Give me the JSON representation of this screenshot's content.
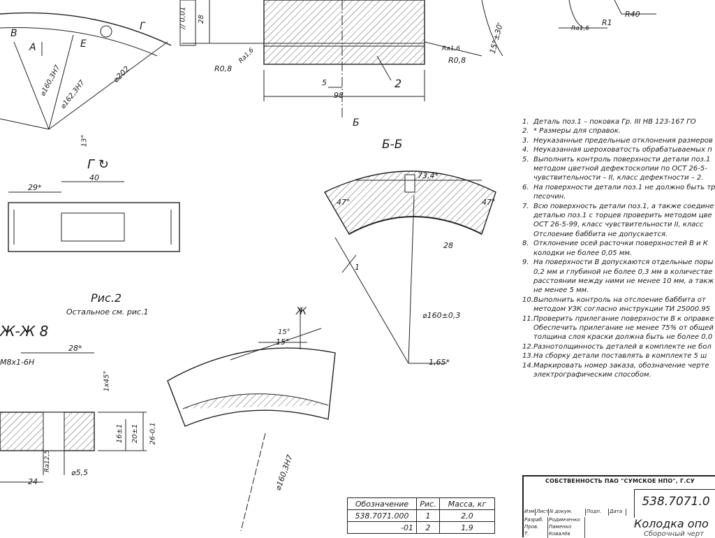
{
  "views": {
    "gauge_title": "Г ↻",
    "fig2_caption": "Рис.2",
    "fig2_note": "Остальное см. рис.1",
    "section_title": "Б-Б",
    "view_zh": "Ж-Ж 8"
  },
  "dims": {
    "a": "А",
    "b": "В",
    "e": "Е",
    "g": "Г",
    "d160": "⌀160,3Н7",
    "d162": "⌀162,3Н7",
    "d202": "⌀202",
    "ang13": "13°",
    "tol_perp": "// 0,01",
    "h28": "28",
    "rough_ra16": "Ra1,6",
    "r08a": "R0,8",
    "r08b": "R0,8",
    "w5": "5",
    "w98": "98",
    "part2": "2",
    "b_mark": "Б",
    "ang15_30": "15°±30'",
    "r1": "R1",
    "r40": "R40",
    "g29": "29*",
    "g40": "40",
    "s734": "73,4*",
    "s47a": "47°",
    "s47b": "47°",
    "s28": "28",
    "s1": "1",
    "s160": "⌀160±0,3",
    "s165": "1,65*",
    "zh": "Ж",
    "a15a": "15°",
    "a15b": "15°",
    "z_d160": "⌀160,3Н7",
    "v28": "28*",
    "thread": "М8х1-6Н",
    "chamfer": "1х45°",
    "h16": "16±1",
    "h20": "20±1",
    "h26": "26-0,1",
    "d55": "⌀5,5",
    "w24": "24",
    "ra125": "Ra12,5"
  },
  "notes": [
    {
      "n": "1.",
      "lines": [
        "Деталь поз.1 – поковка Гр. III НВ 123-167 ГО"
      ]
    },
    {
      "n": "2.",
      "lines": [
        "* Размеры для справок."
      ]
    },
    {
      "n": "3.",
      "lines": [
        "Неуказанные предельные отклонения размеров"
      ]
    },
    {
      "n": "4.",
      "lines": [
        "Неуказанная шероховатость обрабатываемых п"
      ]
    },
    {
      "n": "5.",
      "lines": [
        "Выполнить контроль поверхности детали поз.1",
        "методом цветной дефектоскопии по ОСТ 26-5-",
        "чувствительности – II, класс дефектности – 2."
      ]
    },
    {
      "n": "6.",
      "lines": [
        "На поверхности детали поз.1 не должно быть тр",
        "песочин."
      ]
    },
    {
      "n": "7.",
      "lines": [
        "Всю поверхность детали поз.1, а также соедине",
        "деталью поз.1 с торцев проверить методом цве",
        "ОСТ 26-5-99, класс чувствительности II, класс",
        "Отслоение баббита не допускается."
      ]
    },
    {
      "n": "8.",
      "lines": [
        "Отклонение осей расточки поверхностей В и К",
        "колодки не более 0,05 мм."
      ]
    },
    {
      "n": "9.",
      "lines": [
        "На поверхности В допускаются отдельные поры",
        "0,2 мм и глубиной не более 0,3 мм в количестве",
        "расстоянии между ними не менее 10 мм, а такж",
        "не менее 5 мм."
      ]
    },
    {
      "n": "10.",
      "lines": [
        "Выполнить контроль на отслоение баббита от",
        "методом УЗК согласно инструкции ТИ 25000.95"
      ]
    },
    {
      "n": "11.",
      "lines": [
        "Проверить прилегание поверхности В к оправке",
        "Обеспечить прилегание не менее 75% от общей",
        "толщина слоя краски должна быть не более 0,0"
      ]
    },
    {
      "n": "12.",
      "lines": [
        "Разнотолщинность деталей в комплекте не бол"
      ]
    },
    {
      "n": "13.",
      "lines": [
        "На сборку детали поставлять в комплекте 5 ш"
      ]
    },
    {
      "n": "14.",
      "lines": [
        "Маркировать номер заказа, обозначение черте",
        "электрографическим способом."
      ]
    }
  ],
  "spec_table": {
    "headers": [
      "Обозначение",
      "Рис.",
      "Масса, кг"
    ],
    "rows": [
      [
        "538.7071.000",
        "1",
        "2,0"
      ],
      [
        "-01",
        "2",
        "1,9"
      ]
    ]
  },
  "stamp": {
    "owner": "СОБСТВЕННОСТЬ ПАО \"СУМСКОЕ НПО\", Г.СУ",
    "code": "538.7071.0",
    "name": "Колодка опо",
    "kind": "Сборочный черт",
    "cols": [
      "Изм",
      "Лист",
      "N докум.",
      "Подп.",
      "Дата"
    ],
    "rows": [
      [
        "Разраб.",
        "Родимченко"
      ],
      [
        "Пров.",
        "Паменко"
      ],
      [
        "Т. контр.",
        "Ковалёв"
      ]
    ]
  }
}
